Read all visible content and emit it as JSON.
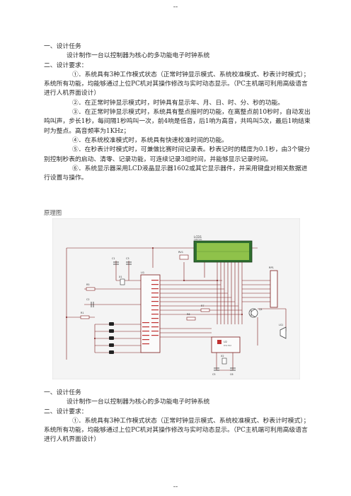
{
  "header_mark": "--",
  "footer_mark": "--",
  "section1": {
    "h1": "一、设计任务",
    "task": "设计制作一台以控制器为核心的多功能电子时钟系统",
    "h2": "二、设计要求：",
    "req1": "①．系统具有3种工作模式状态（正常时钟显示模式、系统校准模式、秒表计时模式）；系统所有功能，均能够通过上位PC机对其操作修改与实时动态显示。（PC主机端可利用高级语言进行人机界面设计）",
    "req2": "②．在正常时钟显示模式时，时钟具有显示年、月、日、时、分、秒的功能。",
    "req3": "③．在正常时钟显示模式时，系统具有整点报时的功能，在离整点前10秒时，自动发出鸣叫声，步长1秒，每间隔1秒鸣叫一次，前4响是低音，后1响为高音，共鸣叫5次，最后1响结束时为整点。高音频率为1KHz；",
    "req4": "④．在系统校准模式时，系统具有快速校准时间的功能。",
    "req5": "⑤．在秒表计时模式时，可兼做比赛时间记录表。秒表记时的精度为0.1秒，由3个键分别控制秒表的启动、清零、记录功能，可连续记录3组时间，并能够显示记录时间。",
    "req6": "⑥．系统显示器采用LCD液晶显示器1602或其它显示器件，并采用键盘对相关数据进行设置与操作。"
  },
  "caption": "原理图",
  "schematic": {
    "lcd_label": "LCD1",
    "lcd_sub": "LM016L",
    "u1": "U1",
    "u2": "U2",
    "u2_sub": "DS1302",
    "rv1": "RV1",
    "rp1": "RP1",
    "q1": "Q1",
    "ls1": "LS1",
    "r1": "R1",
    "r5": "R5",
    "r6": "R6",
    "r7": "R7",
    "c1": "C1",
    "c2": "C2",
    "c3": "C3",
    "c5": "C5",
    "c6": "C6",
    "x1": "X1",
    "x2": "X2"
  },
  "section2": {
    "h1": "一、设计任务",
    "task": "设计制作一台以控制器为核心的多功能电子时钟系统",
    "h2": "二、设计要求：",
    "req1": "①．系统具有3种工作模式状态（正常时钟显示模式、系统校准模式、秒表计时模式）；系统所有功能，均能够通过上位PC机对其操作修改与实时动态显示。（PC主机端可利用高级语言进行人机界面设计）"
  }
}
